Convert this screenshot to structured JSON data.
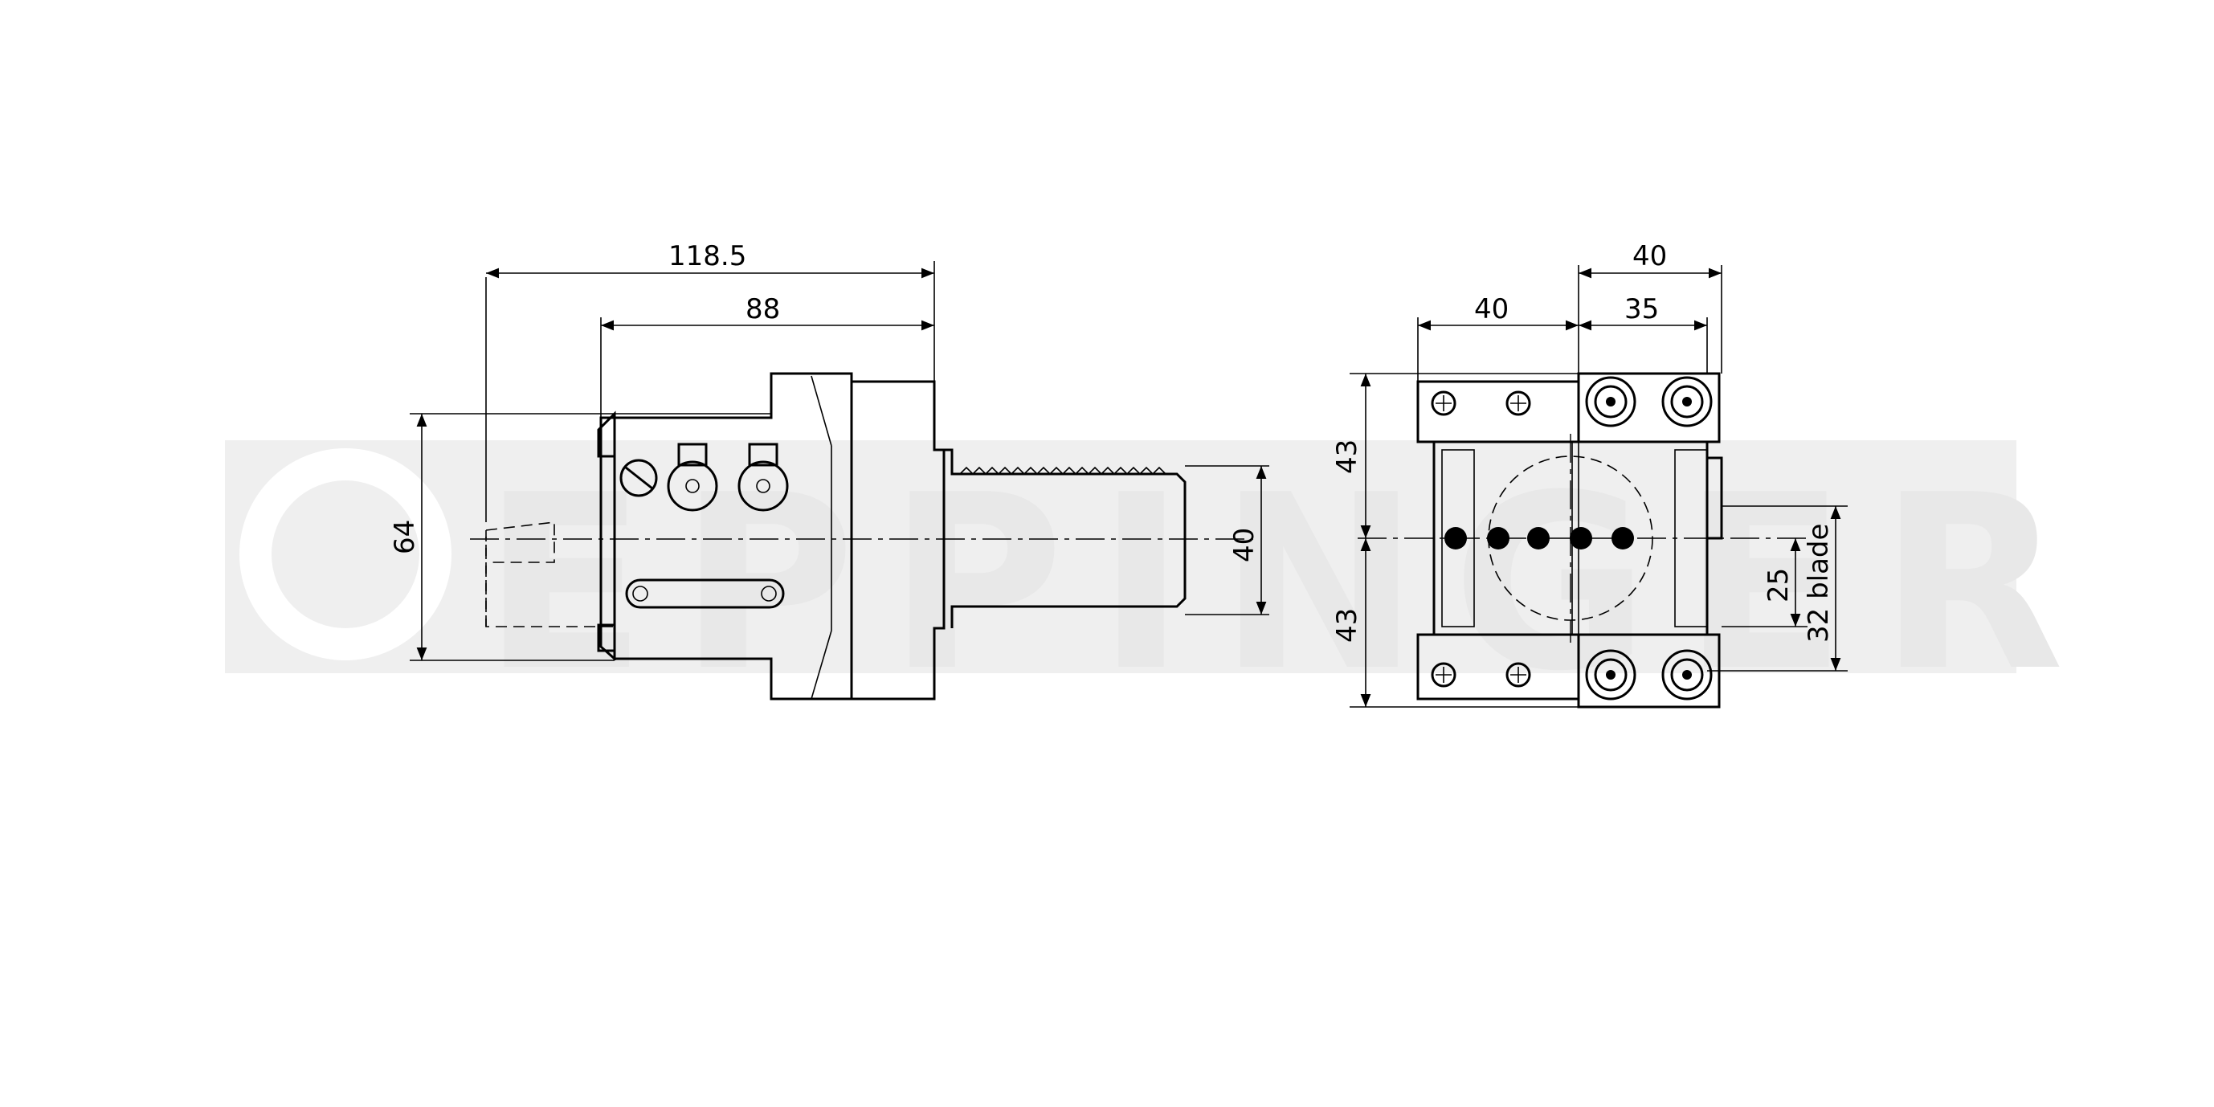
{
  "watermark": {
    "text": "EPPINGER"
  },
  "side_view": {
    "dimensions": {
      "overall_length": "118.5",
      "body_length": "88",
      "height": "64",
      "shank_diameter": "40"
    }
  },
  "front_view": {
    "dimensions": {
      "top_width": "40",
      "left_width": "40",
      "right_width": "35",
      "upper_height": "43",
      "lower_height": "43",
      "offset": "25",
      "blade": "32 blade"
    }
  }
}
